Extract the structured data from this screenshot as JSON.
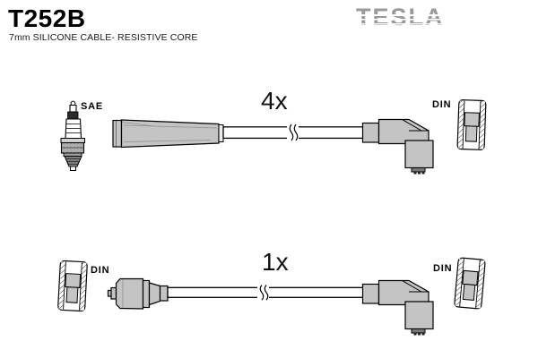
{
  "header": {
    "part_number": "T252B",
    "description": "7mm SILICONE CABLE- RESISTIVE CORE",
    "brand": "TESLA"
  },
  "colors": {
    "brand_gray": "#9a9a9a",
    "boot_fill": "#c4c4c4",
    "outline": "#000000",
    "background": "#ffffff"
  },
  "kits": [
    {
      "quantity": "4x",
      "plug_type": "SAE",
      "left_end": "straight spark-plug boot",
      "right_end": "90-degree elbow boot",
      "right_connector": "DIN"
    },
    {
      "quantity": "1x",
      "left_connector": "DIN",
      "left_end": "distributor/coil boot",
      "right_end": "90-degree elbow boot",
      "right_connector": "DIN"
    }
  ]
}
